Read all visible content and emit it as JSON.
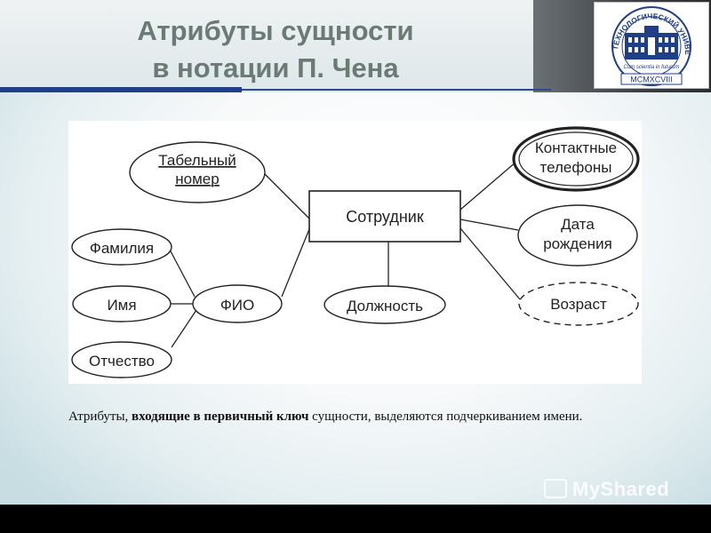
{
  "slide": {
    "title_line1": "Атрибуты сущности",
    "title_line2": "в нотации П. Чена",
    "caption_prefix": "Атрибуты, ",
    "caption_bold": "входящие в первичный ключ",
    "caption_suffix": " сущности, выделяются подчеркиванием имени."
  },
  "logo": {
    "arc_text": "ТЕХНОЛОГИЧЕСКИЙ УНИВЕРСИТЕТ",
    "motto": "Cum scientia in futurum",
    "year": "MCMXCVIII"
  },
  "diagram": {
    "entity": "Сотрудник",
    "attr_tabnum_line1": "Табельный",
    "attr_tabnum_line2": "номер",
    "attr_surname": "Фамилия",
    "attr_name": "Имя",
    "attr_patronymic": "Отчество",
    "attr_fio": "ФИО",
    "attr_position": "Должность",
    "attr_phones_line1": "Контактные",
    "attr_phones_line2": "телефоны",
    "attr_birth_line1": "Дата",
    "attr_birth_line2": "рождения",
    "attr_age": "Возраст"
  },
  "watermark": {
    "text": "MyShared"
  }
}
